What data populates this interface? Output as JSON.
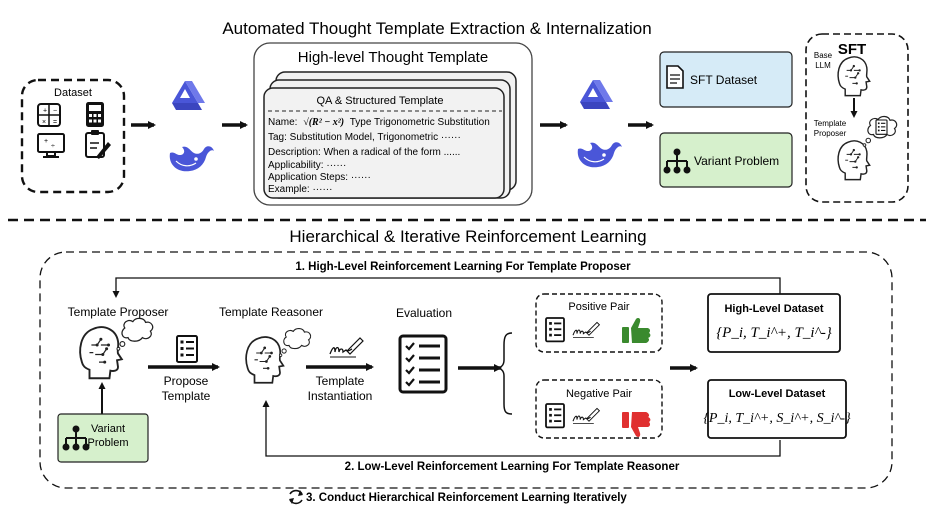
{
  "titles": {
    "top": "Automated Thought Template Extraction & Internalization",
    "bottom": "Hierarchical & Iterative Reinforcement Learning"
  },
  "dataset": {
    "label": "Dataset"
  },
  "template_panel": {
    "title": "High-level Thought Template",
    "card_title": "QA & Structured Template",
    "name_prefix": "Name:",
    "name_math": "√(R² − x²)",
    "name_suffix": "Type Trigonometric Substitution",
    "tag": "Tag: Substitution Model, Trigonometric ······",
    "description": "Description: When a radical of the form ......",
    "applicability": "Applicability: ······",
    "steps": "Application Steps: ······",
    "example": "Example: ······"
  },
  "sft_dataset": {
    "label": "SFT Dataset"
  },
  "variant_problem": {
    "label": "Variant Problem"
  },
  "sft": {
    "title": "SFT",
    "base_line1": "Base",
    "base_line2": "LLM",
    "proposer_line1": "Template",
    "proposer_line2": "Proposer"
  },
  "rl": {
    "loop1": "1. High-Level Reinforcement Learning For Template Proposer",
    "loop2": "2. Low-Level Reinforcement Learning For Template Reasoner",
    "loop3": "3. Conduct Hierarchical Reinforcement Learning Iteratively",
    "proposer": "Template Proposer",
    "reasoner": "Template Reasoner",
    "evaluation": "Evaluation",
    "propose_line1": "Propose",
    "propose_line2": "Template",
    "inst_line1": "Template",
    "inst_line2": "Instantiation",
    "variant_line1": "Variant",
    "variant_line2": "Problem",
    "positive": "Positive Pair",
    "negative": "Negative Pair",
    "high_dataset": "High-Level Dataset",
    "high_formula": "{P_i, T_i^+, T_i^-}",
    "low_dataset": "Low-Level Dataset",
    "low_formula": "{P_i, T_i^+, S_i^+, S_i^-}"
  },
  "colors": {
    "blue_box": "#d6ebf7",
    "green_box": "#d6f0cc",
    "thumb_up": "#3a8a2e",
    "thumb_down": "#e03030",
    "logo": "#4a56d8"
  },
  "icons": [
    "calculator-icon",
    "qwen-logo-icon",
    "deepseek-whale-icon",
    "document-icon",
    "hierarchy-icon",
    "head-icon",
    "thought-bubble-icon",
    "checklist-icon",
    "signature-icon",
    "thumb-up-icon",
    "thumb-down-icon",
    "cycle-icon"
  ]
}
